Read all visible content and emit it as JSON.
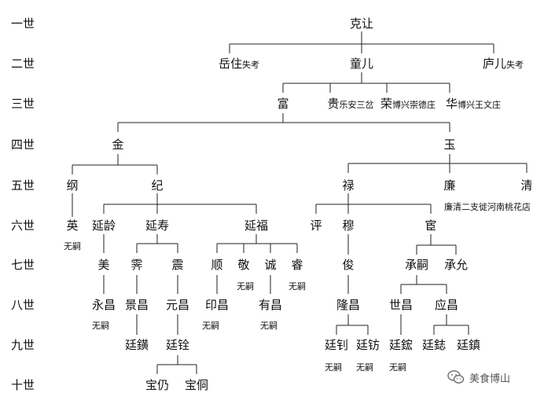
{
  "generations": [
    "一世",
    "二世",
    "三世",
    "四世",
    "五世",
    "六世",
    "七世",
    "八世",
    "九世",
    "十世"
  ],
  "people": {
    "g1_keran": "克让",
    "g2_yuezhu": "岳住",
    "g2_yuezhu_note": "失考",
    "g2_tonger": "童儿",
    "g2_luer": "庐儿",
    "g2_luer_note": "失考",
    "g3_fu": "富",
    "g3_gui": "贵",
    "g3_gui_note": "乐安三岔",
    "g3_rong": "荣",
    "g3_rong_note": "博兴崇德庄",
    "g3_hua": "华",
    "g3_hua_note": "博兴王文庄",
    "g4_jin": "金",
    "g4_yu": "玉",
    "g5_gang": "纲",
    "g5_ji": "纪",
    "g5_lu": "禄",
    "g5_lian": "廉",
    "g5_qing": "清",
    "g5_lian_note": "廉清二支徙河南桃花店",
    "g6_ying": "英",
    "g6_yanling": "延龄",
    "g6_yanshou": "延寿",
    "g6_yanfu": "延福",
    "g6_ping": "评",
    "g6_mu": "穆",
    "g6_huan": "宦",
    "g7_mei": "美",
    "g7_ji": "霁",
    "g7_zhen": "震",
    "g7_shun": "顺",
    "g7_jing": "敬",
    "g7_cheng": "诚",
    "g7_rui": "睿",
    "g7_jun": "俊",
    "g7_chengsi": "承嗣",
    "g7_chengyun": "承允",
    "g8_yongchang": "永昌",
    "g8_jingchang": "景昌",
    "g8_yuanchang": "元昌",
    "g8_yinchang": "印昌",
    "g8_youchang": "有昌",
    "g8_longchang": "隆昌",
    "g8_shichang": "世昌",
    "g8_yingchang": "应昌",
    "g9_tingkuai": "廷鐄",
    "g9_tingquan": "廷铨",
    "g9_tingzhao": "廷钊",
    "g9_tingfang": "廷钫",
    "g9_tinghong": "廷鋐",
    "g9_tingjie": "廷鋕",
    "g9_tingzhen": "廷鎮",
    "g10_baoreng": "宝仍",
    "g10_baotong": "宝侗"
  },
  "no_heir_label": "无嗣",
  "watermark": {
    "icon": "wechat-logo-icon",
    "text": "美食博山"
  }
}
